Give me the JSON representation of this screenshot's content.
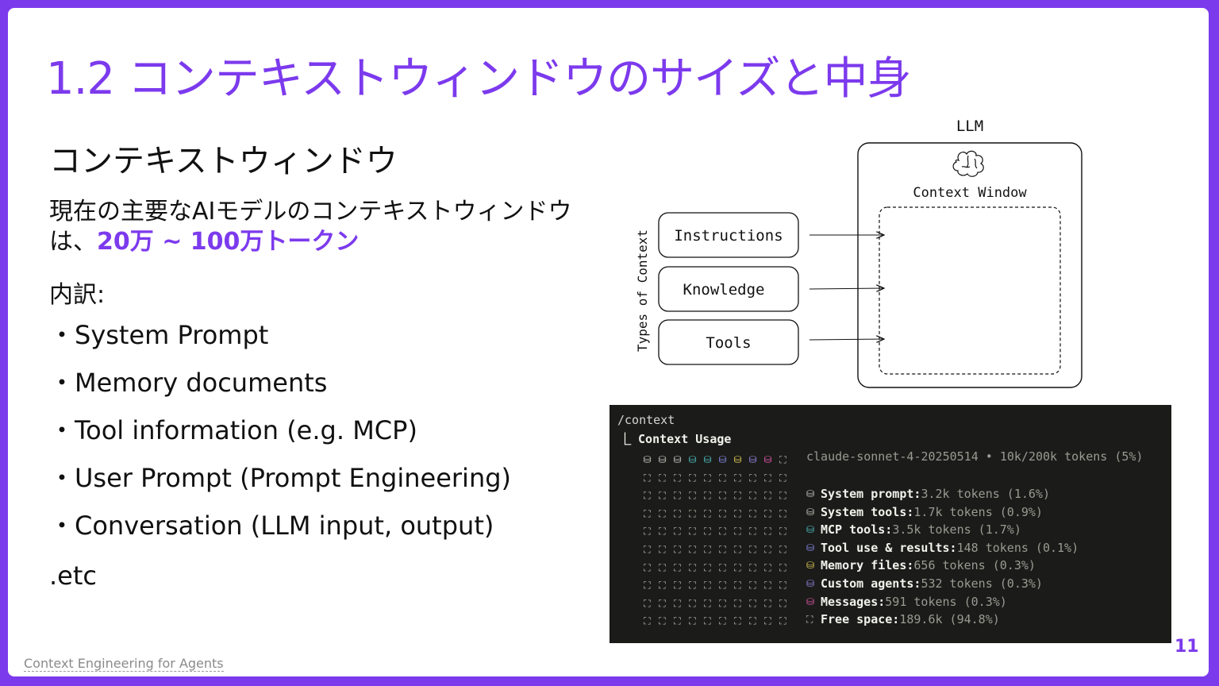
{
  "slide": {
    "title": "1.2 コンテキストウィンドウのサイズと中身",
    "subheading": "コンテキストウィンドウ",
    "paragraph_prefix": "現在の主要なAIモデルのコンテキストウィンドウは、",
    "paragraph_highlight": "20万 ~ 100万トークン",
    "breakdown_label": "内訳:",
    "bullets": [
      "・System Prompt",
      "・Memory documents",
      "・Tool information (e.g. MCP)",
      "・User Prompt (Prompt Engineering)",
      "・Conversation (LLM input, output)"
    ],
    "etc": ".etc",
    "footer": "Context Engineering for Agents",
    "page_number": "11",
    "accent_color": "#7c3aed"
  },
  "diagram": {
    "llm_label": "LLM",
    "brain_icon": "brain-icon",
    "context_window_label": "Context Window",
    "axis_label": "Types of Context",
    "boxes": [
      "Instructions",
      "Knowledge",
      "Tools"
    ]
  },
  "terminal": {
    "command": "/context",
    "heading": "⎿ Context Usage",
    "model_line": "claude-sonnet-4-20250514 • 10k/200k tokens (5%)",
    "first_row_colors": [
      "#d0d0c8",
      "#d0d0c8",
      "#d0d0c8",
      "#4fc3c8",
      "#4fc3c8",
      "#8b8ff0",
      "#e8d25a",
      "#9b8cf0",
      "#e85aaf"
    ],
    "legend": [
      {
        "key": "System prompt:",
        "value": "3.2k tokens (1.6%)",
        "color": "#d0d0c8",
        "glyph": "⛁"
      },
      {
        "key": "System tools:",
        "value": "1.7k tokens (0.9%)",
        "color": "#d0d0c8",
        "glyph": "⛁"
      },
      {
        "key": "MCP tools:",
        "value": "3.5k tokens (1.7%)",
        "color": "#4fc3c8",
        "glyph": "⛁"
      },
      {
        "key": "Tool use & results:",
        "value": "148 tokens (0.1%)",
        "color": "#8b8ff0",
        "glyph": "⛁"
      },
      {
        "key": "Memory files:",
        "value": "656 tokens (0.3%)",
        "color": "#e8d25a",
        "glyph": "⛁"
      },
      {
        "key": "Custom agents:",
        "value": "532 tokens (0.3%)",
        "color": "#9b8cf0",
        "glyph": "⛁"
      },
      {
        "key": "Messages:",
        "value": "591 tokens (0.3%)",
        "color": "#e85aaf",
        "glyph": "⛁"
      },
      {
        "key": "Free space:",
        "value": "189.6k (94.8%)",
        "color": "#bdbdb5",
        "glyph": "⛶"
      }
    ]
  }
}
